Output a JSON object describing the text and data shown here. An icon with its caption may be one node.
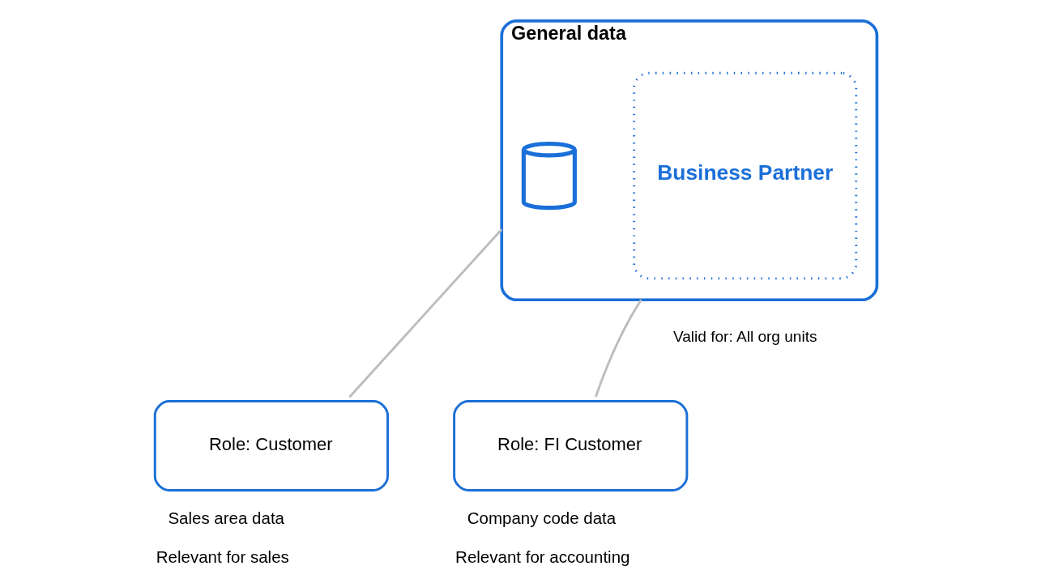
{
  "diagram": {
    "nodes": [
      {
        "text": [
          "General data"
        ],
        "beside": [
          "Valid for: All org units"
        ]
      },
      {
        "text": [],
        "shape": "cylinder",
        "in": 0
      },
      {
        "text": [
          "Business Partner"
        ],
        "in": 0
      },
      {
        "text": [
          "Role: Customer"
        ],
        "beside": [
          "Sales area data",
          "Relevant for sales"
        ]
      },
      {
        "text": [
          "Role: FI Customer"
        ],
        "beside": [
          "Company code data",
          "Relevant for accounting"
        ]
      }
    ],
    "edges": [
      {
        "from": 0,
        "to": 3,
        "arrow": "none"
      },
      {
        "from": 0,
        "to": 4,
        "arrow": "none"
      }
    ]
  }
}
